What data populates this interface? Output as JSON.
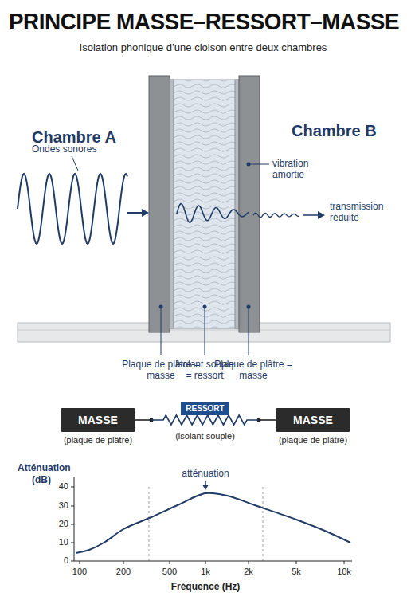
{
  "diagram": {
    "title": "PRINCIPE MASSE–RESSORT–MASSE",
    "nodes": [
      {
        "text": [
          "MASSE",
          "(plaque de plâtre)"
        ]
      },
      {
        "text": [
          "RESSORT",
          "(isolant souple)"
        ]
      },
      {
        "text": [
          "MASSE",
          "(plaque de plâtre)"
        ]
      }
    ],
    "edges": [
      {
        "from": 0,
        "to": 1,
        "arrow": "none"
      },
      {
        "from": 1,
        "to": 2,
        "arrow": "none"
      }
    ],
    "labels": [
      "Isolation phonique d’une cloison entre deux chambres",
      "Chambre A",
      "Chambre B",
      "Ondes sonores",
      "vibration amortie",
      "transmission réduite",
      "Plaque de plâtre = masse",
      "Isolant souple = ressort",
      "Plaque de plâtre = masse",
      "Atténuation",
      "(dB)",
      "atténuation",
      "40",
      "30",
      "20",
      "10",
      "0",
      "100",
      "200",
      "500",
      "1k",
      "2k",
      "5k",
      "10k",
      "Fréquence (Hz)"
    ]
  }
}
